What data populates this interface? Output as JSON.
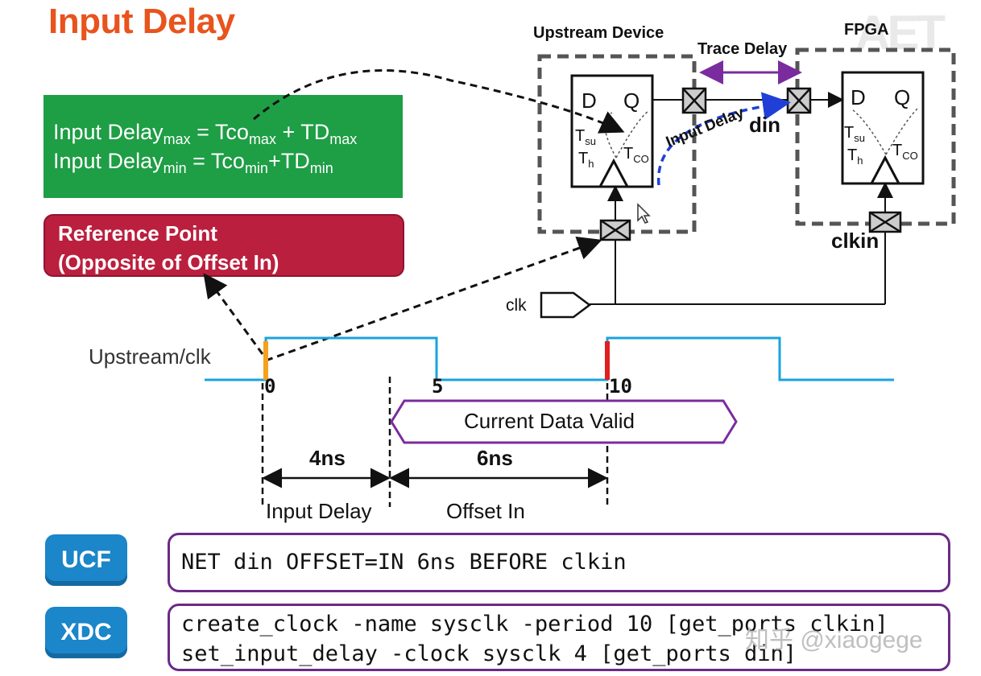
{
  "title": "Input Delay",
  "formula": {
    "line1": {
      "lhs": "Input Delay",
      "lhs_sub": "max",
      "eq": " = ",
      "a": "Tco",
      "a_sub": "max",
      "op": " + ",
      "b": "TD",
      "b_sub": "max"
    },
    "line2": {
      "lhs": "Input Delay",
      "lhs_sub": "min",
      "eq": " = ",
      "a": "Tco",
      "a_sub": "min",
      "op": "+",
      "b": "TD",
      "b_sub": "min"
    }
  },
  "reference": {
    "line1": "Reference Point",
    "line2": "(Opposite of Offset In)"
  },
  "circuit": {
    "upstream_label": "Upstream Device",
    "fpga_label": "FPGA",
    "trace_delay_label": "Trace Delay",
    "input_delay_label": "Input Delay",
    "din_label": "din",
    "clkin_label": "clkin",
    "clk_label": "clk",
    "ff_d": "D",
    "ff_q": "Q",
    "tsu": "T",
    "tsu_sub": "su",
    "th": "T",
    "th_sub": "h",
    "tco": "T",
    "tco_sub": "CO"
  },
  "timing": {
    "signal_label": "Upstream/clk",
    "ticks": [
      "0",
      "5",
      "10"
    ],
    "valid_label": "Current Data Valid",
    "input_delay_value": "4ns",
    "offset_in_value": "6ns",
    "input_delay_caption": "Input Delay",
    "offset_in_caption": "Offset In"
  },
  "ucf": {
    "tag": "UCF",
    "code": "NET din OFFSET=IN 6ns BEFORE clkin"
  },
  "xdc": {
    "tag": "XDC",
    "line1": "create_clock -name sysclk -period 10 [get_ports clkin]",
    "line2": "set_input_delay -clock sysclk 4 [get_ports din]"
  },
  "watermark": "知乎 @xiaogege",
  "logo": "AET",
  "colors": {
    "title": "#e8541d",
    "formula_bg": "#1e9e45",
    "reference_bg": "#bb1f3e",
    "clock_wave": "#1aa3dd",
    "valid_window": "#7a2c9e",
    "tag_bg": "#1b86c9",
    "input_delay_arrow": "#1f3fd6"
  }
}
